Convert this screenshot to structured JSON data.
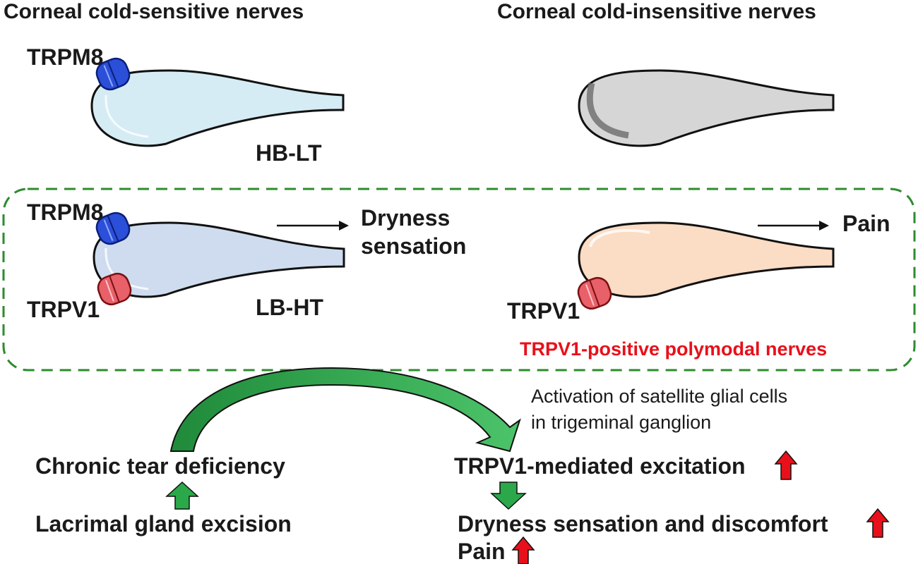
{
  "headers": {
    "left": "Corneal cold-sensitive nerves",
    "right": "Corneal cold-insensitive nerves"
  },
  "nerves": {
    "hb_lt": {
      "trpm8": "TRPM8",
      "label": "HB-LT",
      "fill": "#d6ecf4"
    },
    "cold_insensitive": {
      "fill": "#d6d6d6"
    },
    "lb_ht": {
      "trpm8": "TRPM8",
      "trpv1": "TRPV1",
      "label": "LB-HT",
      "output": [
        "Dryness",
        "sensation"
      ],
      "fill": "#cfdcef"
    },
    "polymodal": {
      "trpv1": "TRPV1",
      "output": "Pain",
      "fill": "#fbdcc4"
    }
  },
  "group": {
    "caption": "TRPV1-positive polymodal nerves",
    "border_color": "#2e8b2e",
    "caption_color": "#e8101a"
  },
  "pathway": {
    "glia_note": [
      "Activation of satellite glial cells",
      "in trigeminal ganglion"
    ],
    "cause": "Chronic tear deficiency",
    "origin": "Lacrimal gland excision",
    "effect": "TRPV1-mediated excitation",
    "outcome": "Dryness sensation and discomfort",
    "outcome2": "Pain",
    "arrow_color": "#2aa84a",
    "increase_color": "#e8101a"
  },
  "channels": {
    "trpm8_color": "#2b4fd8",
    "trpv1_color": "#e8606a"
  }
}
